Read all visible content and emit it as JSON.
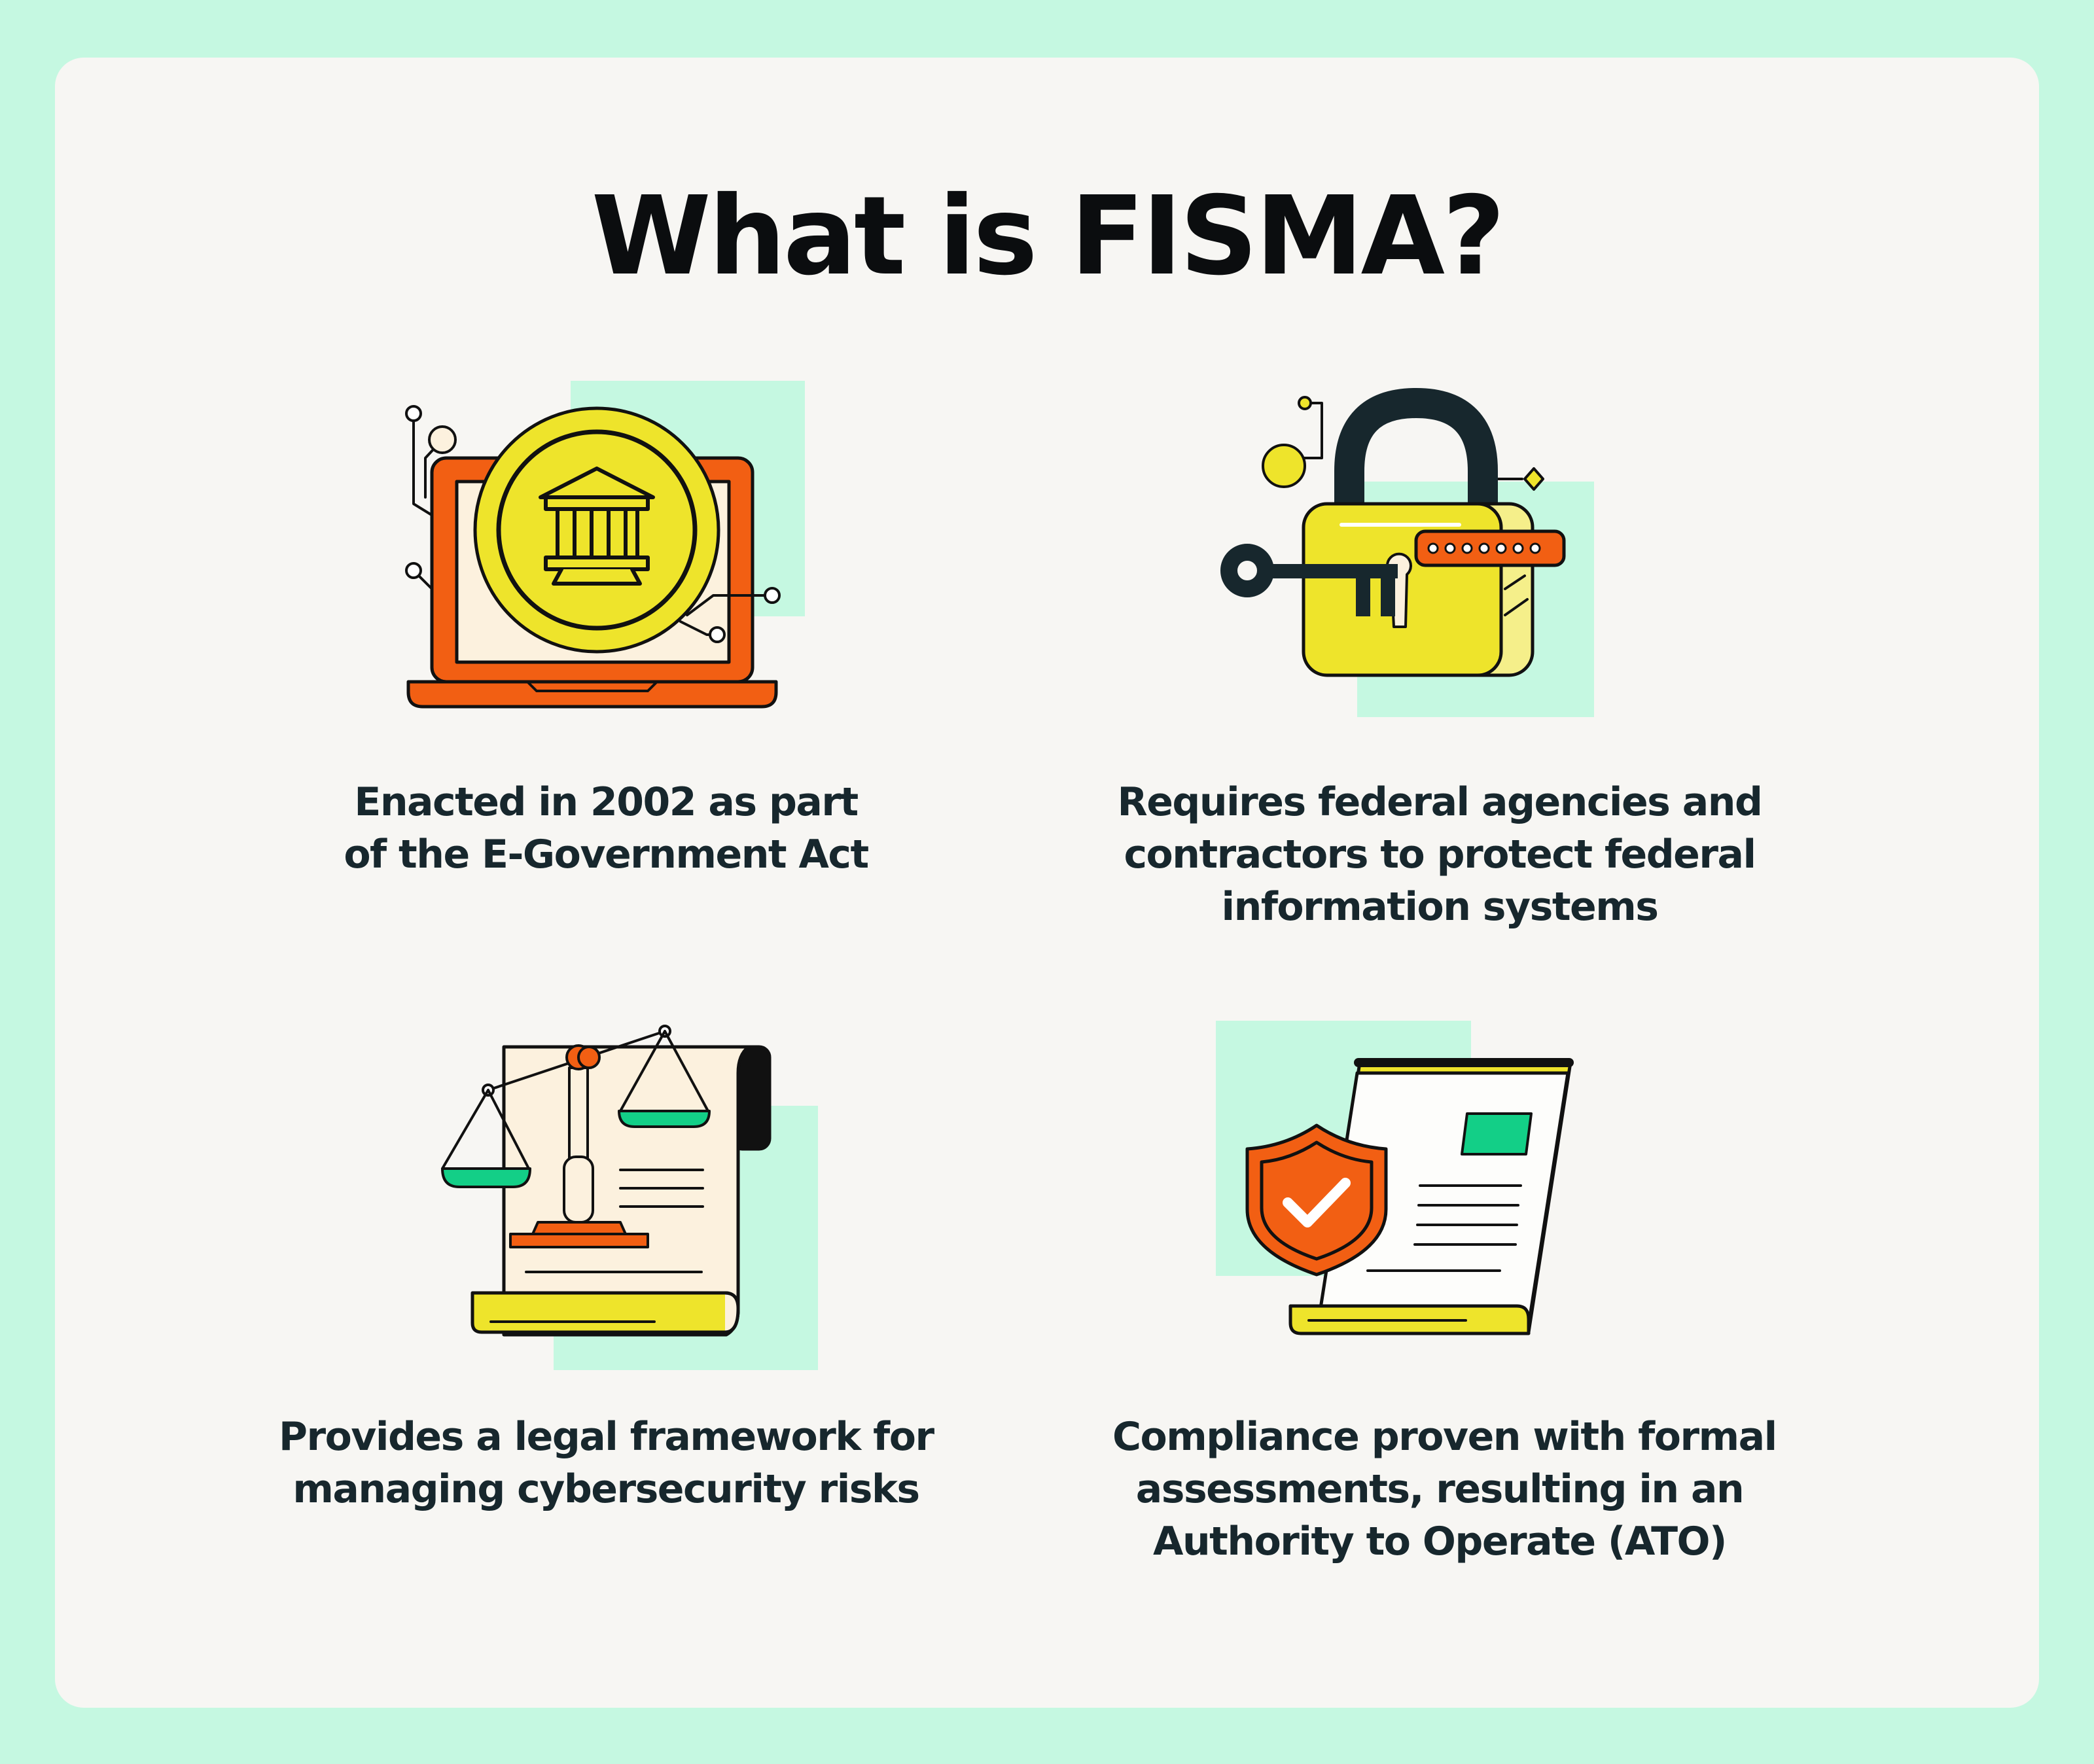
{
  "title": "What is FISMA?",
  "colors": {
    "background": "#c5f8e1",
    "card": "#f7f6f3",
    "accent_mint": "#c5f8e1",
    "yellow": "#eee42b",
    "orange": "#f25f13",
    "green": "#13cf87",
    "ink": "#17272d"
  },
  "items": [
    {
      "icon": "laptop-government-building-icon",
      "lines": [
        "Enacted in 2002 as part",
        "of the E-Government Act"
      ]
    },
    {
      "icon": "padlock-key-password-icon",
      "lines": [
        "Requires federal agencies and",
        "contractors to protect federal",
        "information systems"
      ]
    },
    {
      "icon": "scales-of-justice-document-icon",
      "lines": [
        "Provides a legal framework for",
        "managing cybersecurity risks"
      ]
    },
    {
      "icon": "shield-checkmark-document-icon",
      "lines": [
        "Compliance proven with formal",
        "assessments, resulting in an",
        "Authority to Operate (ATO)"
      ]
    }
  ]
}
